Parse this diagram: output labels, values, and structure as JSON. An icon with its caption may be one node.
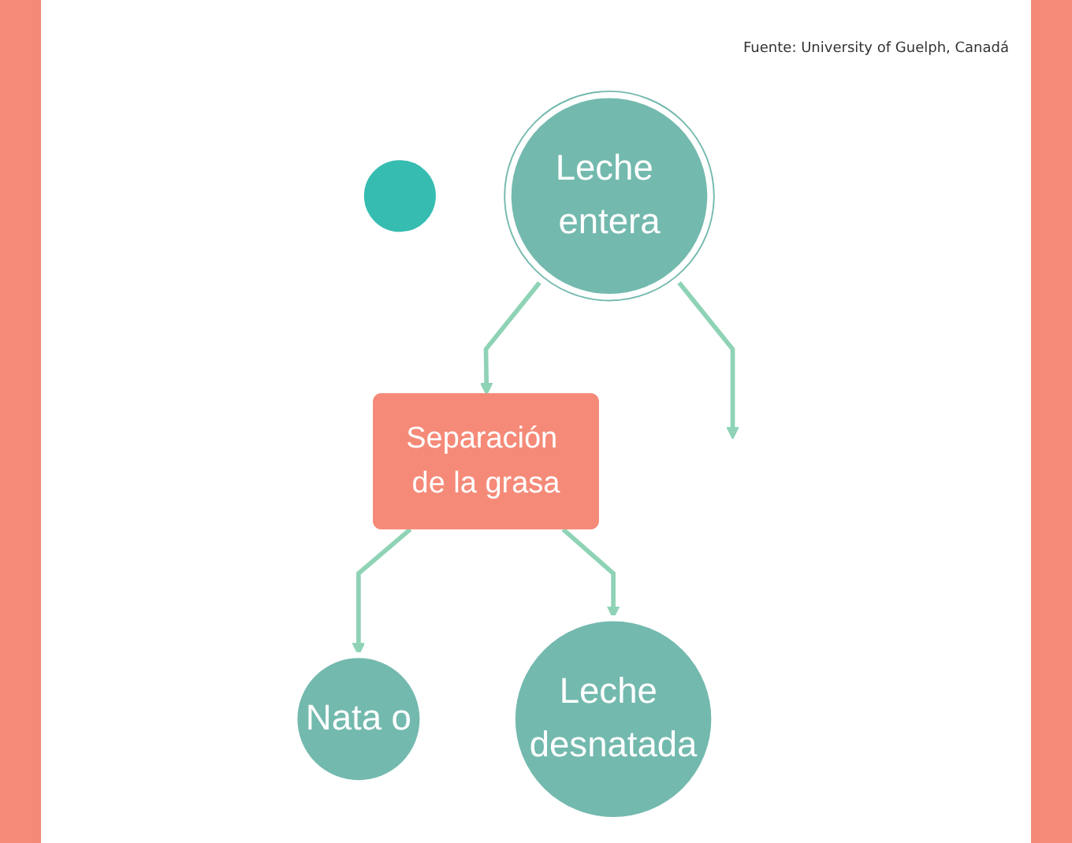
{
  "diagram": {
    "nodes": [
      {
        "text": [],
        "shape": "circle"
      },
      {
        "text": [
          "Leche entera"
        ]
      },
      {
        "text": [
          "Separación de la grasa"
        ]
      },
      {
        "text": [
          "Nata o"
        ]
      },
      {
        "text": [
          "Leche desnatada"
        ]
      }
    ],
    "edges": [
      {
        "from": 1,
        "to": 2,
        "arrow": "to"
      },
      {
        "from": 1,
        "to": null,
        "arrow": "to"
      },
      {
        "from": 2,
        "to": 3,
        "arrow": "to"
      },
      {
        "from": 2,
        "to": 4,
        "arrow": "to"
      }
    ],
    "labels": [
      "Fuente: University of Guelph, Canadá"
    ]
  }
}
